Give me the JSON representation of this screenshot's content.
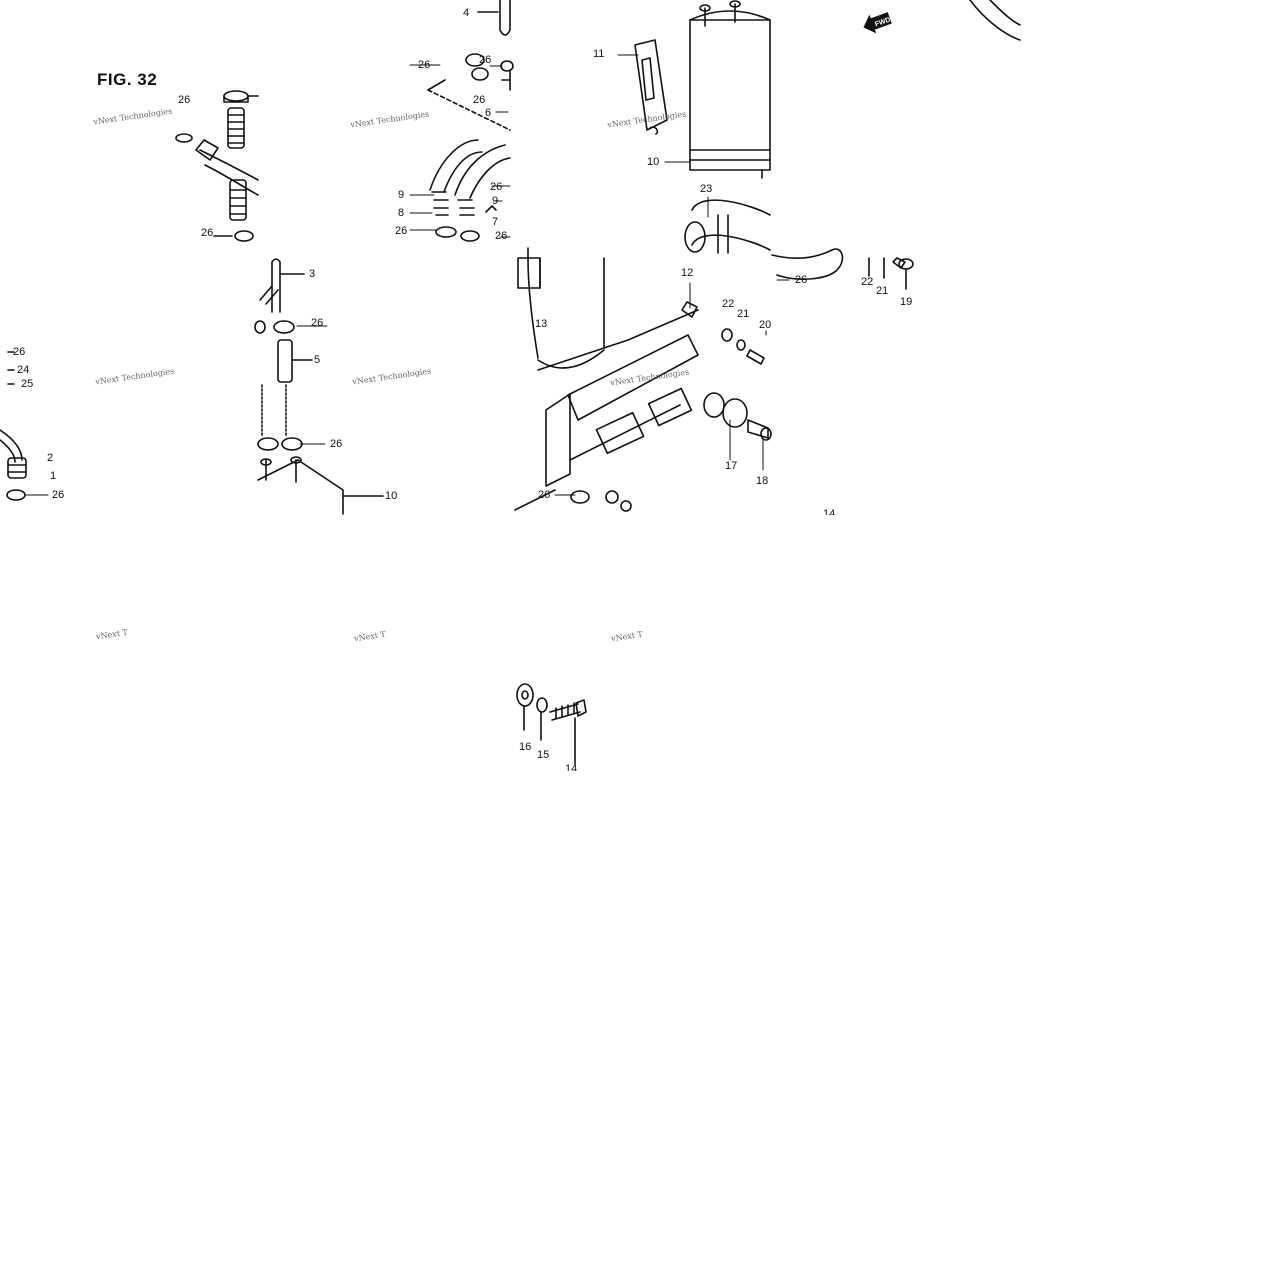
{
  "figure": {
    "title": "FIG. 32",
    "watermark": "vNext Technologies",
    "watermark_cut": "vNext T",
    "fwd_label": "FWD"
  },
  "callouts": {
    "c4": "4",
    "c11": "11",
    "c26a": "26",
    "c26b": "26",
    "c26c": "26",
    "c6": "6",
    "c10a": "10",
    "c23": "23",
    "c9a": "9",
    "c8": "8",
    "c26d": "26",
    "c9b": "9",
    "c26e": "26",
    "c7": "7",
    "c26f": "26",
    "c26g": "26",
    "c26h": "26",
    "c22a": "22",
    "c21a": "21",
    "c19": "19",
    "c3": "3",
    "c12": "12",
    "c26i": "26",
    "c22b": "22",
    "c21b": "21",
    "c20": "20",
    "c13": "13",
    "c5": "5",
    "c26j": "26",
    "c24": "24",
    "c25": "25",
    "c2": "2",
    "c1": "1",
    "c26k": "26",
    "c26l": "26",
    "c10b": "10",
    "c17": "17",
    "c18": "18",
    "c26m": "26",
    "c14a": "14",
    "c16": "16",
    "c15": "15",
    "c14b": "14"
  },
  "colors": {
    "ink": "#111111",
    "watermark": "#666666",
    "background": "#ffffff"
  }
}
